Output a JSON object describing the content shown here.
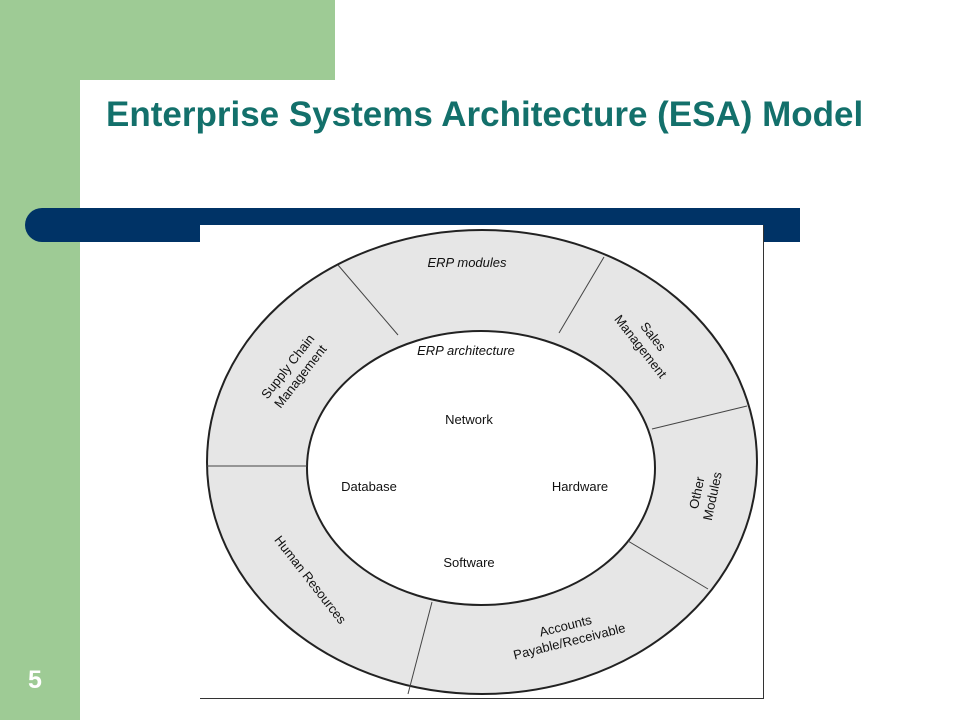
{
  "slide": {
    "title": "Enterprise Systems Architecture (ESA) Model",
    "number": "5"
  },
  "diagram": {
    "outer_ring_segments": [
      {
        "id": "erp-modules",
        "label": "ERP modules"
      },
      {
        "id": "sales-management",
        "lines": [
          "Sales",
          "Management"
        ]
      },
      {
        "id": "other-modules",
        "lines": [
          "Other",
          "Modules"
        ]
      },
      {
        "id": "accounts",
        "lines": [
          "Accounts",
          "Payable/Receivable"
        ]
      },
      {
        "id": "human-resources",
        "label": "Human Resources"
      },
      {
        "id": "supply-chain",
        "lines": [
          "Supply Chain",
          "Management"
        ]
      }
    ],
    "inner_core": {
      "label": "ERP architecture",
      "items": {
        "network": "Network",
        "database": "Database",
        "hardware": "Hardware",
        "software": "Software"
      }
    }
  },
  "colors": {
    "green_band": "#9ecb95",
    "title_text": "#13706b",
    "title_bar": "#003366",
    "ring_fill": "#e6e6e6"
  }
}
